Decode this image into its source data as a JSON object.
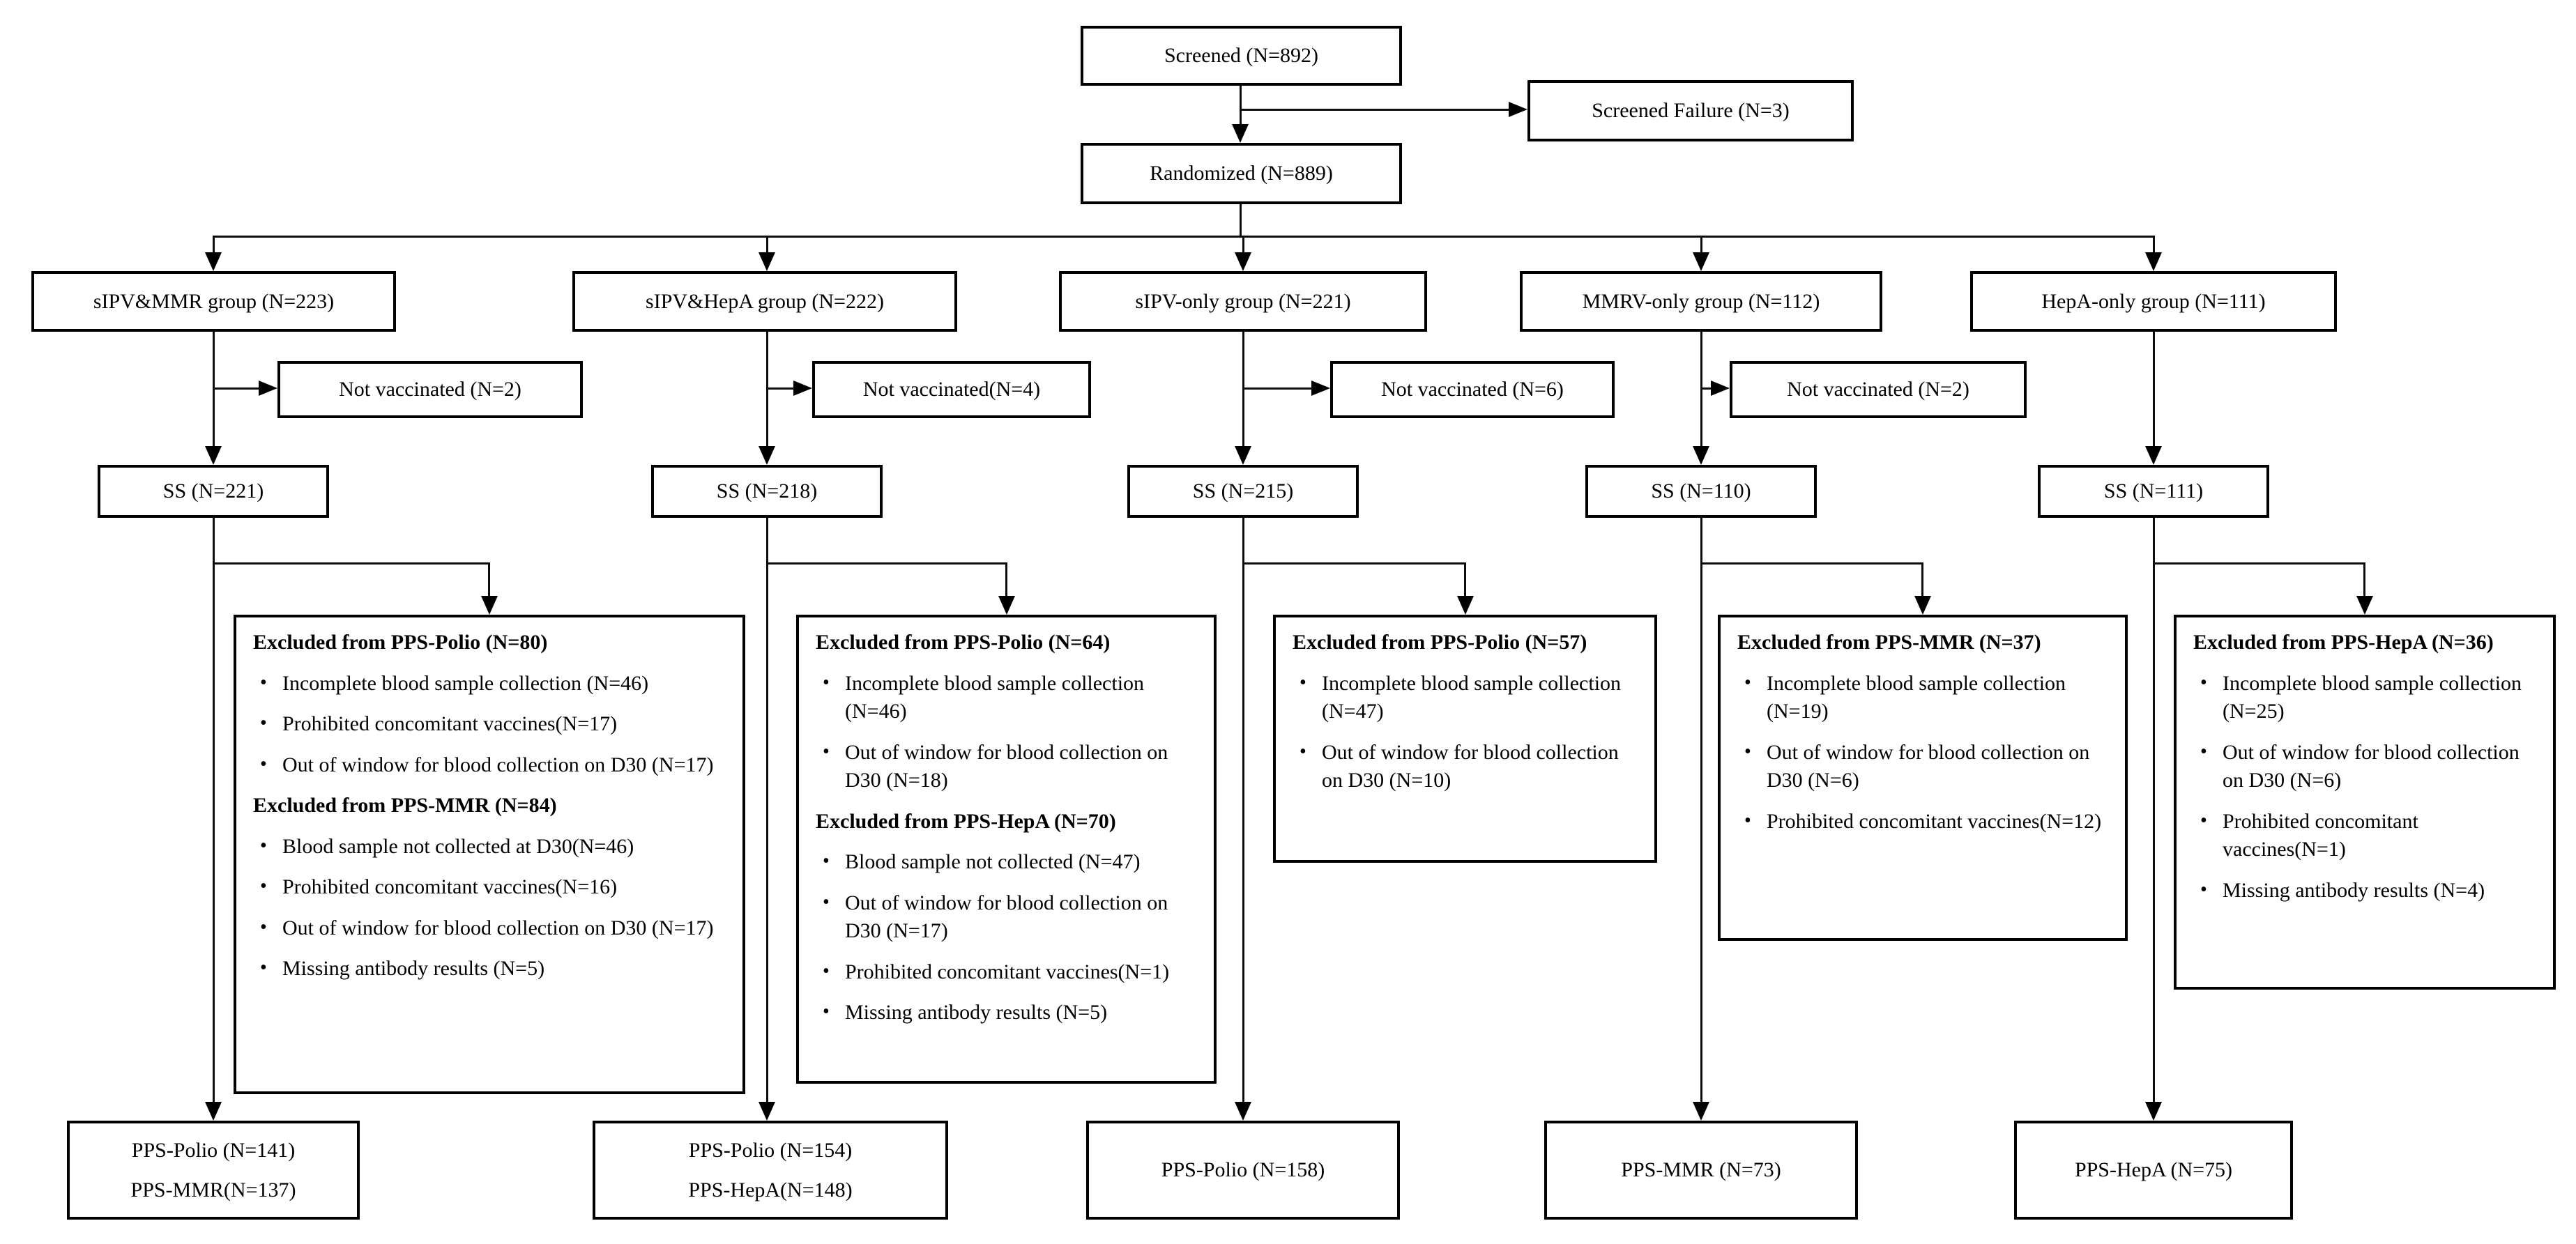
{
  "diagram": {
    "screened": {
      "label": "Screened (N=892)"
    },
    "screened_failure": {
      "label": "Screened Failure (N=3)"
    },
    "randomized": {
      "label": "Randomized (N=889)"
    },
    "columns": [
      {
        "group": "sIPV&MMR group (N=223)",
        "not_vaccinated": "Not vaccinated (N=2)",
        "ss": "SS (N=221)",
        "excluded": [
          {
            "heading": "Excluded from PPS-Polio (N=80)",
            "items": [
              "Incomplete blood sample collection (N=46)",
              "Prohibited concomitant vaccines(N=17)",
              "Out of window for blood collection on D30 (N=17)"
            ]
          },
          {
            "heading": "Excluded from PPS-MMR (N=84)",
            "items": [
              "Blood sample not collected at D30(N=46)",
              "Prohibited concomitant vaccines(N=16)",
              "Out of window for blood collection on D30 (N=17)",
              "Missing antibody results (N=5)"
            ]
          }
        ],
        "final": [
          "PPS-Polio (N=141)",
          "PPS-MMR(N=137)"
        ]
      },
      {
        "group": "sIPV&HepA group (N=222)",
        "not_vaccinated": "Not vaccinated(N=4)",
        "ss": "SS (N=218)",
        "excluded": [
          {
            "heading": "Excluded from PPS-Polio (N=64)",
            "items": [
              "Incomplete blood sample collection (N=46)",
              "Out of window for blood collection on D30 (N=18)"
            ]
          },
          {
            "heading": "Excluded from PPS-HepA (N=70)",
            "items": [
              "Blood sample not collected (N=47)",
              "Out of window for blood collection on D30 (N=17)",
              "Prohibited concomitant vaccines(N=1)",
              "Missing antibody results (N=5)"
            ]
          }
        ],
        "final": [
          "PPS-Polio (N=154)",
          "PPS-HepA(N=148)"
        ]
      },
      {
        "group": "sIPV-only group (N=221)",
        "not_vaccinated": "Not vaccinated (N=6)",
        "ss": "SS (N=215)",
        "excluded": [
          {
            "heading": "Excluded from PPS-Polio (N=57)",
            "items": [
              "Incomplete blood sample collection (N=47)",
              "Out of window for blood collection on D30 (N=10)"
            ]
          }
        ],
        "final": [
          "PPS-Polio (N=158)"
        ]
      },
      {
        "group": "MMRV-only group (N=112)",
        "not_vaccinated": "Not vaccinated (N=2)",
        "ss": "SS (N=110)",
        "excluded": [
          {
            "heading": "Excluded from PPS-MMR (N=37)",
            "items": [
              "Incomplete blood sample collection (N=19)",
              "Out of window for blood collection on D30 (N=6)",
              "Prohibited concomitant vaccines(N=12)"
            ]
          }
        ],
        "final": [
          "PPS-MMR (N=73)"
        ]
      },
      {
        "group": "HepA-only group (N=111)",
        "not_vaccinated": null,
        "ss": "SS (N=111)",
        "excluded": [
          {
            "heading": "Excluded from PPS-HepA (N=36)",
            "items": [
              "Incomplete blood sample collection (N=25)",
              "Out of window for blood collection on D30 (N=6)",
              "Prohibited concomitant vaccines(N=1)",
              "Missing antibody results (N=4)"
            ]
          }
        ],
        "final": [
          "PPS-HepA (N=75)"
        ]
      }
    ]
  }
}
